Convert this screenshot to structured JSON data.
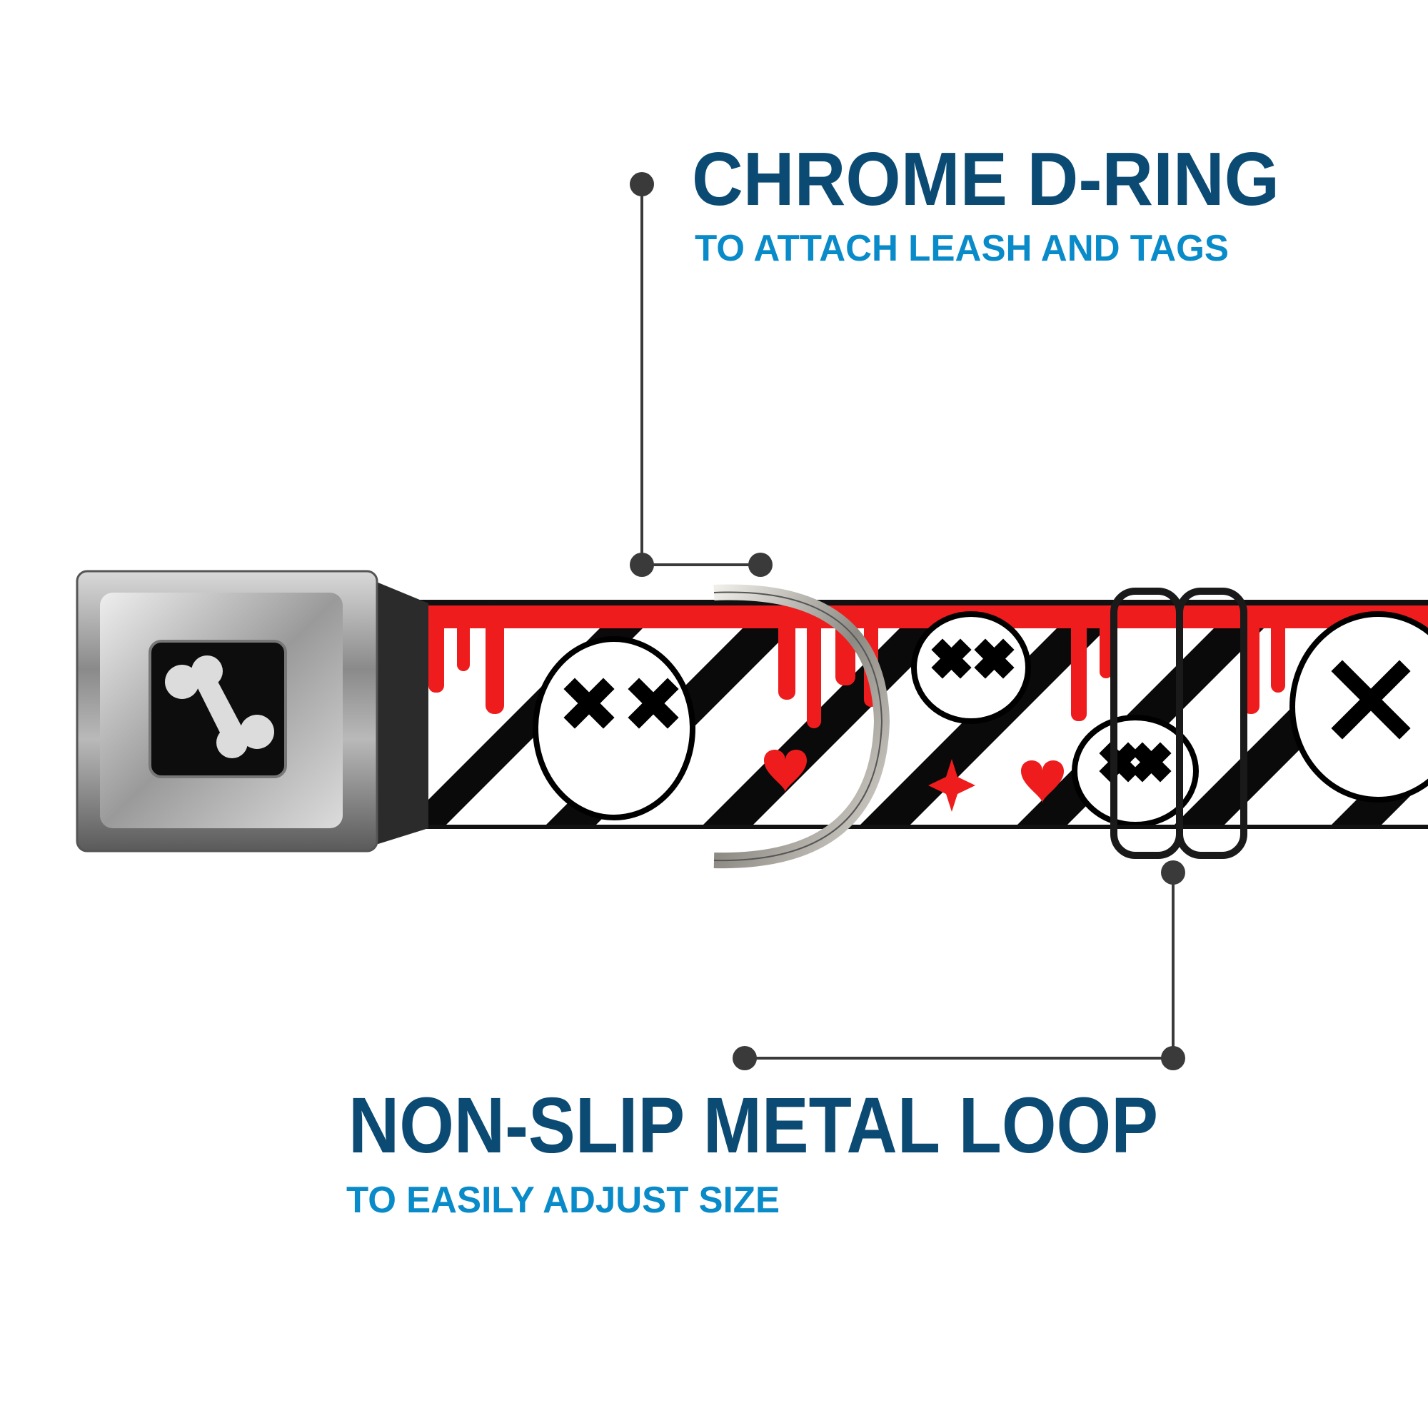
{
  "callouts": {
    "d_ring": {
      "title": "CHROME D-RING",
      "subtitle": "TO ATTACH LEASH AND TAGS"
    },
    "loop": {
      "title": "NON-SLIP METAL LOOP",
      "subtitle": "TO EASILY ADJUST SIZE"
    }
  },
  "colors": {
    "title": "#0b4a72",
    "subtitle": "#0a8bc9",
    "leader_line": "#3a3a3a",
    "pattern_red": "#ee1c1c",
    "pattern_black": "#0a0a0a"
  },
  "icons": {
    "buckle_logo": "bone-icon"
  }
}
